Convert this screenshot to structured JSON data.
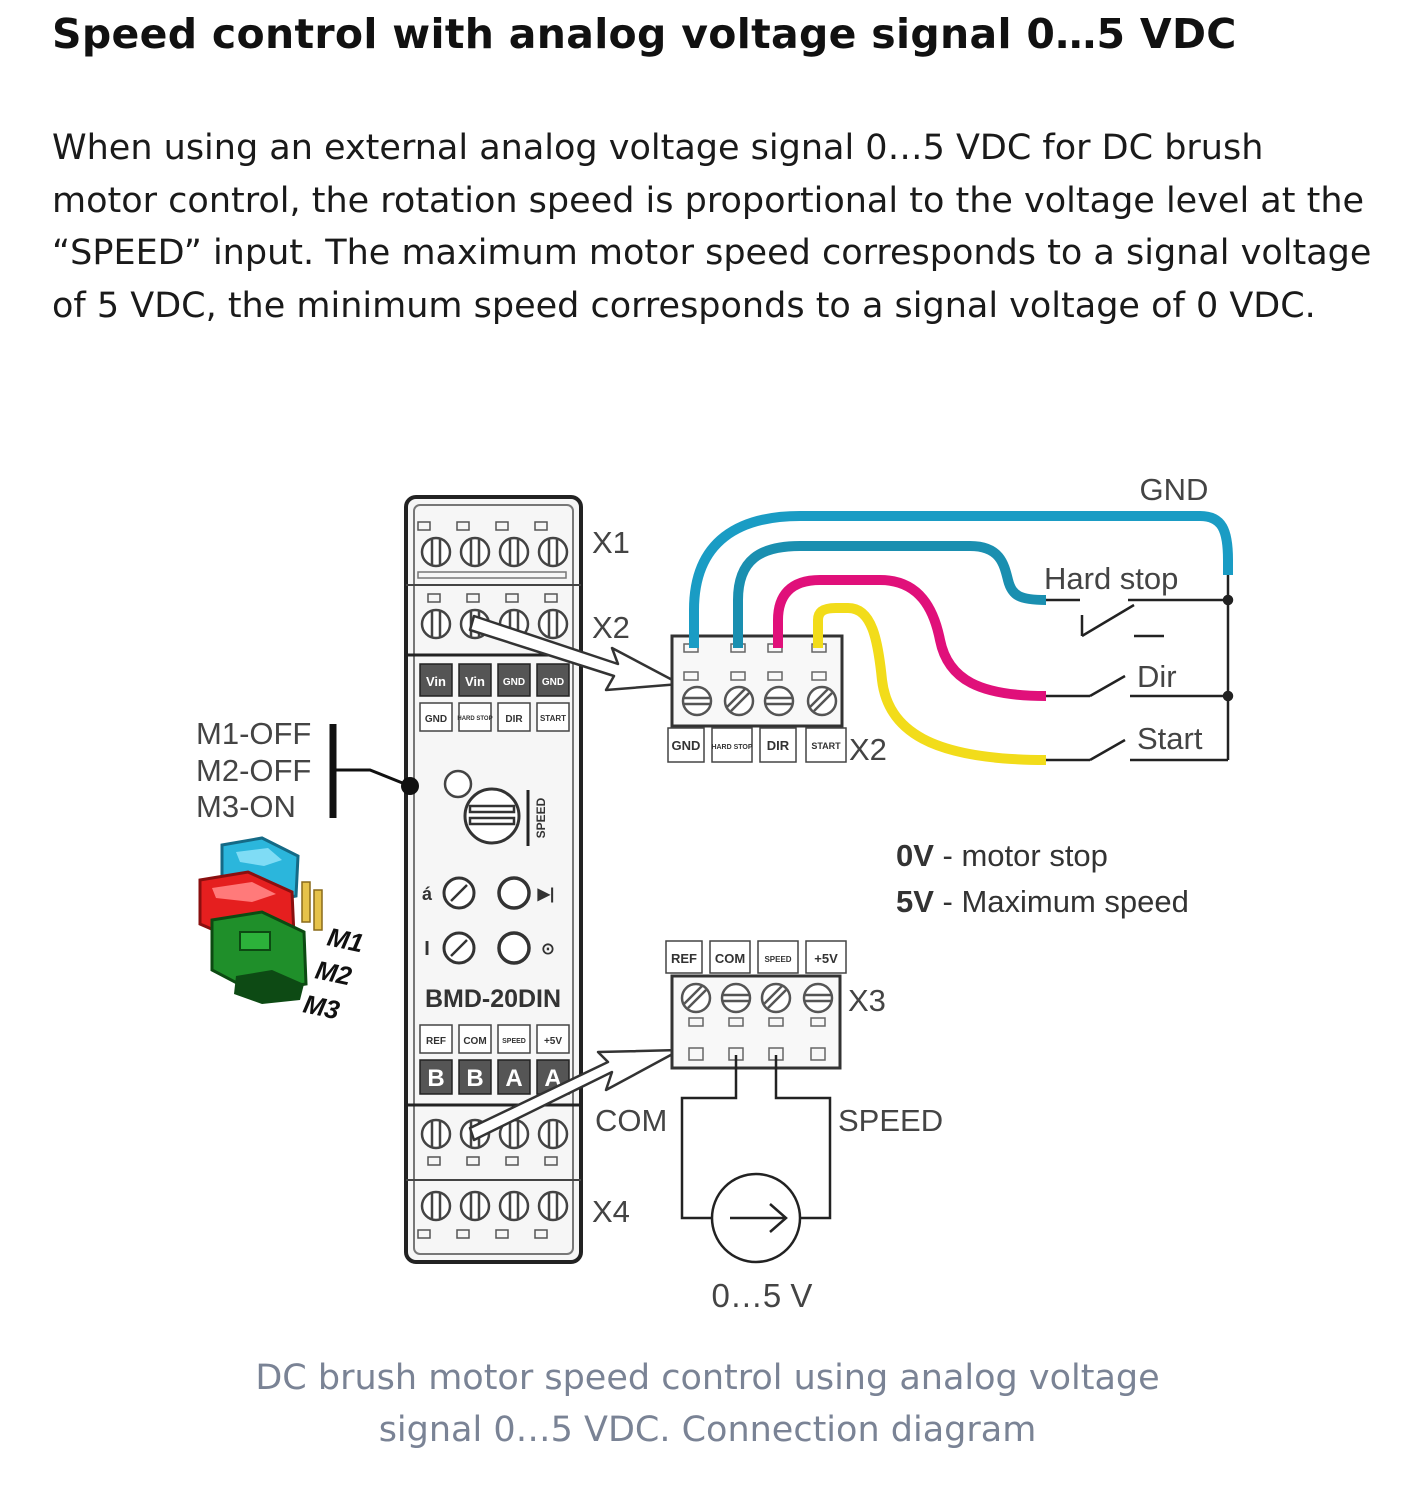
{
  "heading": "Speed control with analog voltage signal 0…5 VDC",
  "paragraph": "When using an external analog voltage signal 0…5 VDC for DC brush motor control, the rotation speed is proportional to the voltage level at the “SPEED” input. The maximum motor speed corresponds to a signal voltage of 5 VDC, the minimum speed corresponds to a signal voltage of 0 VDC.",
  "diagram": {
    "device_model": "BMD-20DIN",
    "connectors": {
      "x1": "X1",
      "x2": "X2",
      "x2_block": "X2",
      "x3": "X3",
      "x4": "X4"
    },
    "front_top_terminals": [
      "Vin",
      "Vin",
      "GND",
      "GND"
    ],
    "front_x2_labels": [
      "GND",
      "HARD STOP",
      "DIR",
      "START"
    ],
    "front_bottom_labels": [
      "REF",
      "COM",
      "SPEED",
      "+5V"
    ],
    "front_bottom_letters": [
      "B",
      "B",
      "A",
      "A"
    ],
    "speed_knob_label": "SPEED",
    "x2_block_labels": [
      "GND",
      "HARD STOP",
      "DIR",
      "START"
    ],
    "x3_block_labels": [
      "REF",
      "COM",
      "SPEED",
      "+5V"
    ],
    "wire_labels": {
      "gnd": "GND",
      "hard_stop": "Hard stop",
      "dir": "Dir",
      "start": "Start"
    },
    "wire_colors": {
      "gnd": "#1a9cc4",
      "hard_stop": "#1a8fb0",
      "dir": "#e0107a",
      "start": "#f2dc1a"
    },
    "jumper_settings": [
      "M1-OFF",
      "M2-OFF",
      "M3-ON"
    ],
    "jumper_names": [
      "M1",
      "M2",
      "M3"
    ],
    "legend": [
      {
        "value": "0V",
        "text": " - motor stop"
      },
      {
        "value": "5V",
        "text": " - Maximum speed"
      }
    ],
    "signal_labels": {
      "com": "COM",
      "speed": "SPEED",
      "source": "0…5 V"
    }
  },
  "caption": [
    "DC brush motor speed control using analog voltage",
    "signal 0…5 VDC. Connection diagram"
  ]
}
